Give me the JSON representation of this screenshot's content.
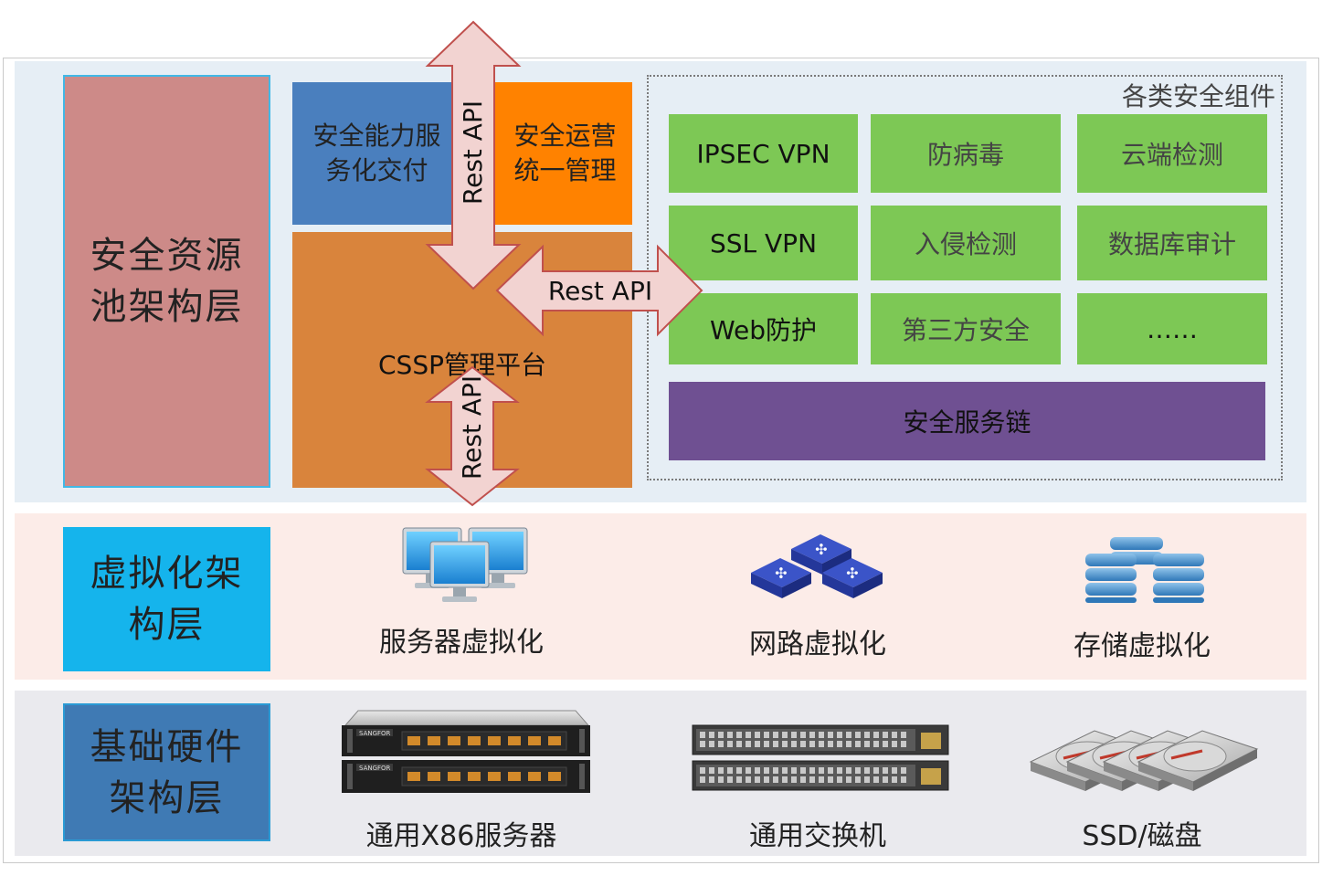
{
  "layers": {
    "security": "安全资源池架构层",
    "virtualization": "虚拟化架构层",
    "hardware": "基础硬件架构层"
  },
  "blocks": {
    "capability_service": "安全能力服务化交付",
    "ops_management": "安全运营统一管理",
    "cssp_platform": "CSSP管理平台"
  },
  "arrows": {
    "top": "Rest API",
    "middle": "Rest API",
    "bottom": "Rest API"
  },
  "components": {
    "title": "各类安全组件",
    "items": [
      "IPSEC VPN",
      "防病毒",
      "云端检测",
      "SSL VPN",
      "入侵检测",
      "数据库审计",
      "Web防护",
      "第三方安全",
      "……"
    ],
    "chain": "安全服务链"
  },
  "virtualization": {
    "server": "服务器虚拟化",
    "network": "网路虚拟化",
    "storage": "存储虚拟化"
  },
  "hardware": {
    "server": "通用X86服务器",
    "switch": "通用交换机",
    "disk": "SSD/磁盘",
    "brand": "SANGFOR"
  },
  "colors": {
    "security_layer": "#cd8a88",
    "virt_layer": "#15b4ec",
    "hw_layer": "#3f7ab4",
    "component_green": "#7dc855",
    "chain_purple": "#6f5092",
    "cssp_orange": "#d9843c",
    "ops_orange": "#ff8200",
    "service_blue": "#4a7fbe",
    "arrow_pink": "#f2d3d1",
    "arrow_border": "#c0504d"
  }
}
